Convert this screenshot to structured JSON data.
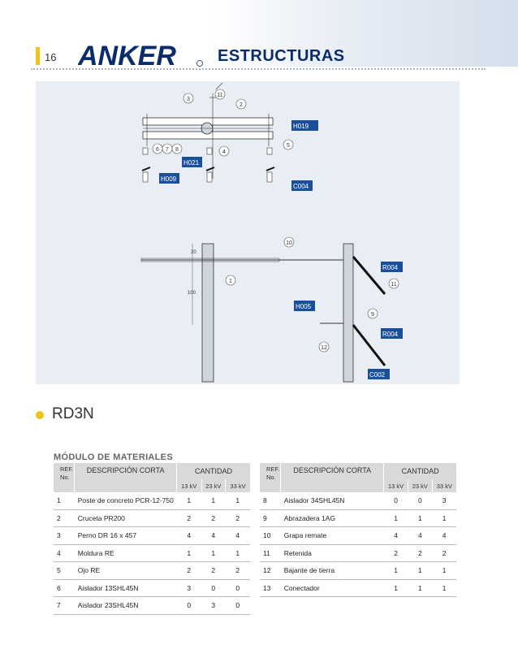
{
  "header": {
    "page_number": "16",
    "logo_text": "ANKER",
    "section_title": "ESTRUCTURAS"
  },
  "drawing": {
    "codes": [
      "H019",
      "H021",
      "H009",
      "C004",
      "R004",
      "R004",
      "H005",
      "C002"
    ],
    "callouts": [
      "1",
      "2",
      "3",
      "4",
      "5",
      "6",
      "7",
      "8",
      "9",
      "10",
      "11",
      "11",
      "12"
    ],
    "dimensions": [
      "20",
      "100"
    ]
  },
  "module": {
    "code": "RD3N",
    "materials_title": "MÓDULO DE MATERIALES"
  },
  "table": {
    "ref_header": [
      "REF.",
      "No."
    ],
    "desc_header": "DESCRIPCIÓN CORTA",
    "qty_header": "CANTIDAD",
    "voltages": [
      "13 kV",
      "23 kV",
      "33 kV"
    ],
    "left_rows": [
      {
        "ref": "1",
        "desc": "Poste de concreto PCR-12-750",
        "q": [
          "1",
          "1",
          "1"
        ]
      },
      {
        "ref": "2",
        "desc": "Cruceta PR200",
        "q": [
          "2",
          "2",
          "2"
        ]
      },
      {
        "ref": "3",
        "desc": "Perno DR 16 x 457",
        "q": [
          "4",
          "4",
          "4"
        ]
      },
      {
        "ref": "4",
        "desc": "Moldura RE",
        "q": [
          "1",
          "1",
          "1"
        ]
      },
      {
        "ref": "5",
        "desc": "Ojo RE",
        "q": [
          "2",
          "2",
          "2"
        ]
      },
      {
        "ref": "6",
        "desc": "Aislador 13SHL45N",
        "q": [
          "3",
          "0",
          "0"
        ]
      },
      {
        "ref": "7",
        "desc": "Aislador 23SHL45N",
        "q": [
          "0",
          "3",
          "0"
        ]
      }
    ],
    "right_rows": [
      {
        "ref": "8",
        "desc": "Aislador 34SHL45N",
        "q": [
          "0",
          "0",
          "3"
        ]
      },
      {
        "ref": "9",
        "desc": "Abrazadera 1AG",
        "q": [
          "1",
          "1",
          "1"
        ]
      },
      {
        "ref": "10",
        "desc": "Grapa remate",
        "q": [
          "4",
          "4",
          "4"
        ]
      },
      {
        "ref": "11",
        "desc": "Retenida",
        "q": [
          "2",
          "2",
          "2"
        ]
      },
      {
        "ref": "12",
        "desc": "Bajante de tierra",
        "q": [
          "1",
          "1",
          "1"
        ]
      },
      {
        "ref": "13",
        "desc": "Conectador",
        "q": [
          "1",
          "1",
          "1"
        ]
      }
    ]
  },
  "colors": {
    "accent_yellow": "#f1c21b",
    "brand_blue": "#0b2c6b",
    "label_blue": "#1a4f9c"
  }
}
